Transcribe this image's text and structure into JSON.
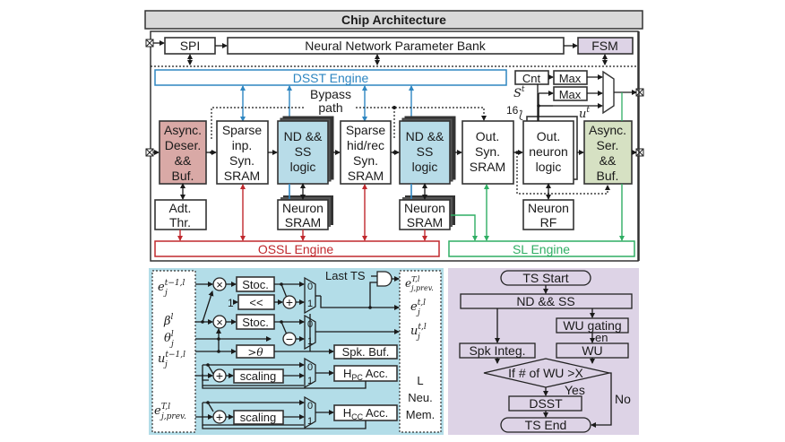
{
  "title": "Chip Architecture",
  "colors": {
    "header_bg": "#d9d9d9",
    "fsm": "#ddd3e6",
    "deser": "#d9a9a6",
    "nd_logic": "#b8dce8",
    "ser": "#d6e1c3",
    "dsst": "#2e86c1",
    "ossl": "#c0282d",
    "sl": "#2fae63",
    "neuron_panel": "#b3dde8",
    "flow_panel": "#ddd3e6"
  },
  "top_bar": {
    "spi": "SPI",
    "param_bank": "Neural Network Parameter Bank",
    "fsm": "FSM"
  },
  "engines": {
    "dsst": "DSST Engine",
    "ossl": "OSSL Engine",
    "sl": "SL Engine"
  },
  "bypass_label": [
    "Bypass",
    "path"
  ],
  "blocks": {
    "deser": [
      "Async.",
      "Deser.",
      "&&",
      "Buf."
    ],
    "adt_thr": [
      "Adt.",
      "Thr."
    ],
    "sparse_inp": [
      "Sparse",
      "inp.",
      "Syn.",
      "SRAM"
    ],
    "nd_ss_1": [
      "ND &&",
      "SS",
      "logic"
    ],
    "neuron_sram_1": [
      "Neuron",
      "SRAM"
    ],
    "sparse_hid": [
      "Sparse",
      "hid/rec",
      "Syn.",
      "SRAM"
    ],
    "nd_ss_2": [
      "ND &&",
      "SS",
      "logic"
    ],
    "neuron_sram_2": [
      "Neuron",
      "SRAM"
    ],
    "out_syn": [
      "Out.",
      "Syn.",
      "SRAM"
    ],
    "out_neuron": [
      "Out.",
      "neuron",
      "logic"
    ],
    "neuron_rf": [
      "Neuron",
      "RF"
    ],
    "ser": [
      "Async.",
      "Ser.",
      "&&",
      "Buf."
    ],
    "cnt": "Cnt",
    "max1": "Max",
    "max2": "Max",
    "st_label": "S",
    "st_sup": "t",
    "ut_label": "u",
    "ut_sup": "t",
    "bus_width": "16"
  },
  "neuron_panel": {
    "inputs": {
      "e_prev_t": {
        "base": "e",
        "sup": "t−1,l",
        "sub": "j"
      },
      "beta": {
        "base": "β",
        "sup": "l",
        "sub": ""
      },
      "theta": {
        "base": "θ",
        "sup": "l",
        "sub": "j"
      },
      "u_prev_t": {
        "base": "u",
        "sup": "t−1,l",
        "sub": "j"
      },
      "e_prev_T": {
        "base": "e",
        "sup": "T,l",
        "sub": "j,prev."
      }
    },
    "ops": {
      "mul": "×",
      "add": "+",
      "sub": "−",
      "stoc1": "Stoc.",
      "shift": "<<",
      "stoc2": "Stoc.",
      "gt_theta": ">θ",
      "scaling1": "scaling",
      "scaling2": "scaling",
      "one": "1",
      "mux0": "0",
      "mux1": "1",
      "last_ts": "Last TS",
      "spk_buf": "Spk. Buf.",
      "hpc_acc": {
        "base": "H",
        "sub": "PC",
        "rest": " Acc."
      },
      "hcc_acc": {
        "base": "H",
        "sub": "CC",
        "rest": " Acc."
      }
    },
    "outputs": {
      "e_prev_T_out": {
        "base": "e",
        "sup": "T,l",
        "sub": "j,prev."
      },
      "e_t": {
        "base": "e",
        "sup": "t,l",
        "sub": "j"
      },
      "u_t": {
        "base": "u",
        "sup": "t,l",
        "sub": "j"
      },
      "mem": [
        "L",
        "Neu.",
        "Mem."
      ]
    }
  },
  "flow": {
    "start": "TS Start",
    "nd_ss": "ND && SS",
    "wu_gating": "WU gating",
    "en": "en",
    "spk_integ": "Spk Integ.",
    "wu": "WU",
    "decision": "If # of WU >X",
    "yes": "Yes",
    "no": "No",
    "dsst": "DSST",
    "end": "TS End"
  }
}
